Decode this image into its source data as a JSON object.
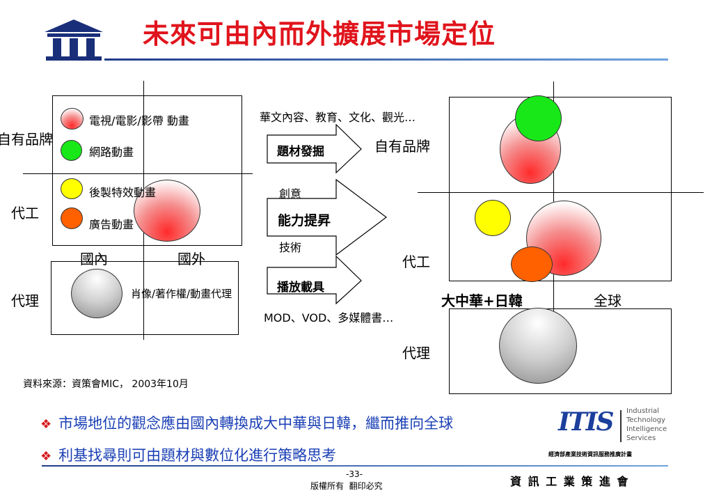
{
  "slide": {
    "title": "未來可由內而外擴展市場定位",
    "source": "資料來源：資策會MIC， 2003年10月",
    "page_number": "-33-",
    "copyright": "版權所有  翻印必究",
    "org_name": "資 訊 工 業 策 進 會",
    "bullets": [
      "市場地位的觀念應由國內轉換成大中華與日韓，繼而推向全球",
      "利基找尋則可由題材與數位化進行策略思考"
    ],
    "colors": {
      "title": "#e0141c",
      "bullet_text": "#1a3fb5",
      "bullet_mark": "#d6181c",
      "rule_dark": "#1f3a8a",
      "rule_light": "#6fa3e0"
    }
  },
  "left_diagram": {
    "row_own_brand": "自有品牌",
    "row_oem": "代工",
    "row_agent": "代理",
    "col_domestic": "國內",
    "col_foreign": "國外",
    "legend": [
      {
        "label": "電視/電影/影帶 動畫",
        "color": "red"
      },
      {
        "label": "網路動畫",
        "color": "green"
      },
      {
        "label": "後製特效動畫",
        "color": "yellow"
      },
      {
        "label": "廣告動畫",
        "color": "orange"
      }
    ],
    "agent_label": "肖像/著作權/動畫代理"
  },
  "arrows": {
    "top": {
      "label": "題材發掘",
      "above": "華文內容、教育、文化、觀光…"
    },
    "middle": {
      "label": "能力提昇",
      "above": "創意",
      "below": "技術"
    },
    "bottom": {
      "label": "播放載具",
      "below": "MOD、VOD、多媒體書…"
    }
  },
  "right_diagram": {
    "row_own_brand": "自有品牌",
    "row_oem": "代工",
    "row_agent": "代理",
    "col_greater_china": "大中華+日韓",
    "col_global": "全球"
  },
  "logo": {
    "brand": "ITIS",
    "lines": [
      "Industrial",
      "Technology",
      "Intelligence",
      "Services"
    ],
    "caption": "經濟部產業技術資訊服務推廣計畫"
  }
}
